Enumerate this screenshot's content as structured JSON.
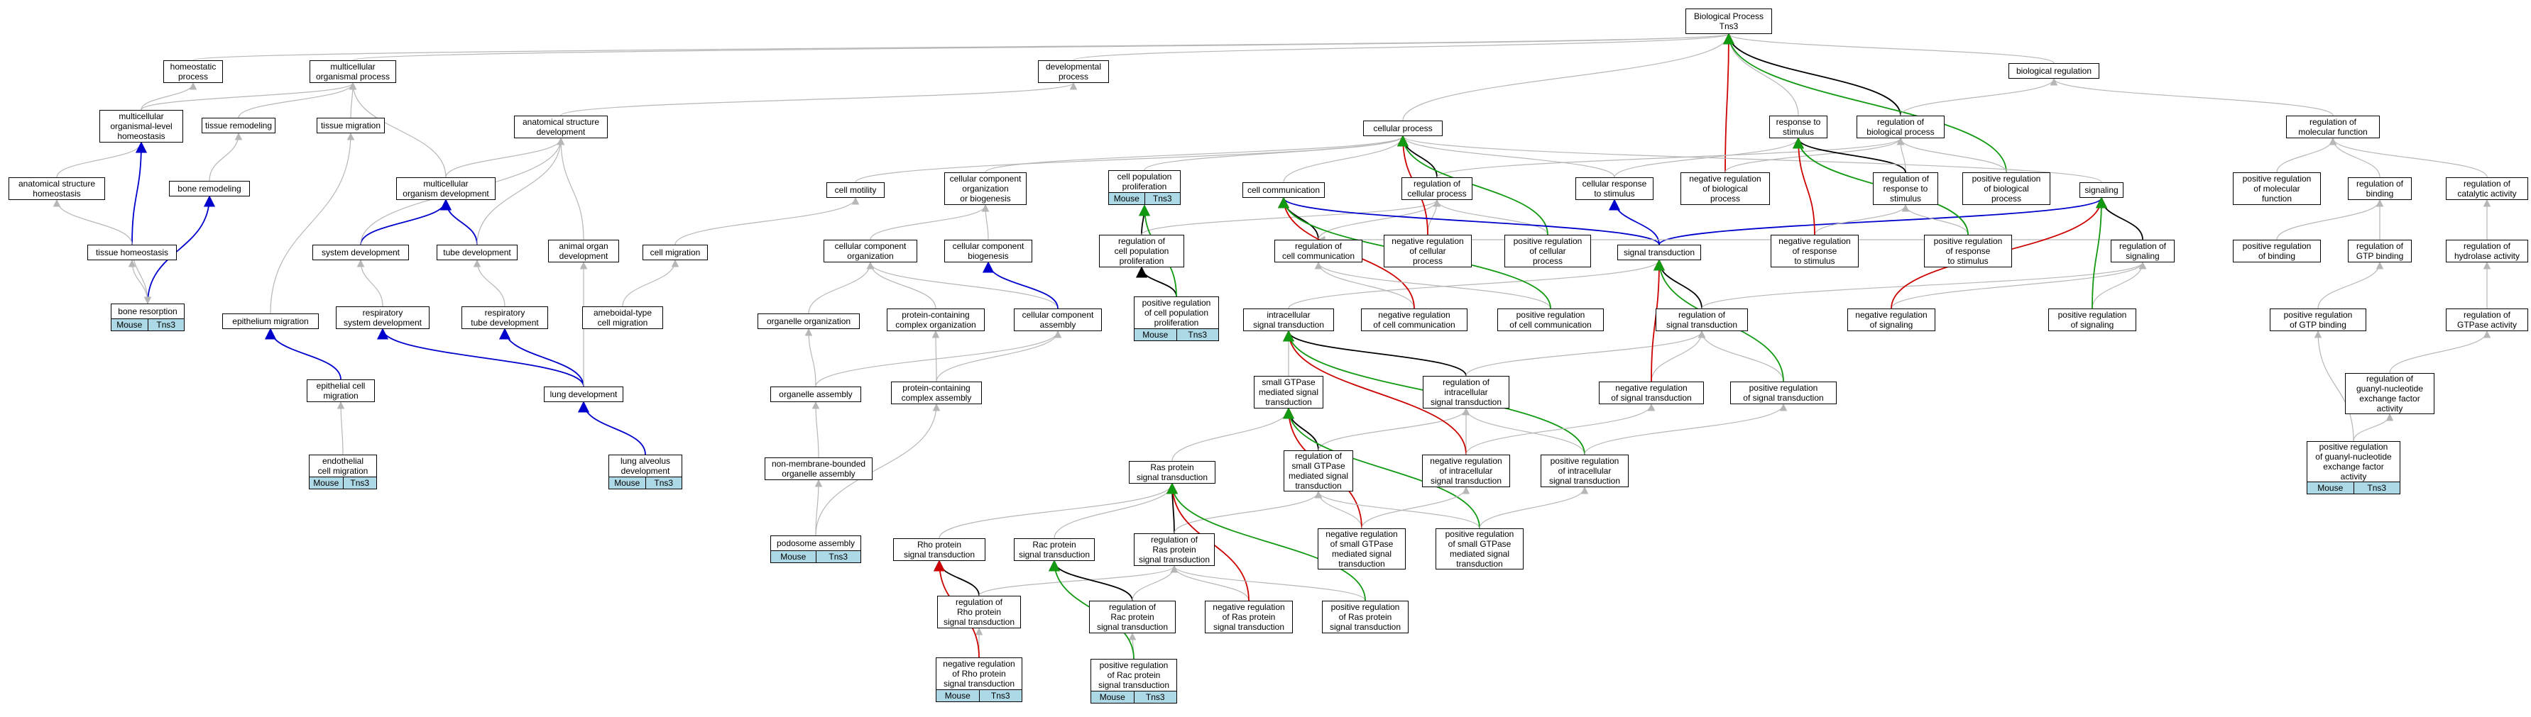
{
  "graph_title": "Biological Process\nTns3",
  "annotation": {
    "species": "Mouse",
    "gene": "Tns3"
  },
  "colors": {
    "is_a": "#b7b7b7",
    "part_of": "#000000",
    "regulates": "#0000cc",
    "negatively_regulates": "#cc0000",
    "positively_regulates": "#119911",
    "annotation_fill": "#add8e6"
  },
  "nodes": [
    {
      "id": "bp",
      "label": "Biological Process\nTns3"
    },
    {
      "id": "homeostatic",
      "label": "homeostatic\nprocess"
    },
    {
      "id": "multi_org",
      "label": "multicellular\norganismal process"
    },
    {
      "id": "dev_proc",
      "label": "developmental\nprocess"
    },
    {
      "id": "bio_reg",
      "label": "biological regulation"
    },
    {
      "id": "multi_homeo",
      "label": "multicellular\norganismal-level\nhomeostasis"
    },
    {
      "id": "tissue_remod",
      "label": "tissue remodeling"
    },
    {
      "id": "tissue_mig",
      "label": "tissue migration"
    },
    {
      "id": "anat_dev",
      "label": "anatomical structure\ndevelopment"
    },
    {
      "id": "cell_proc",
      "label": "cellular process"
    },
    {
      "id": "resp_stim",
      "label": "response to\nstimulus"
    },
    {
      "id": "reg_bio",
      "label": "regulation of\nbiological process"
    },
    {
      "id": "reg_mol",
      "label": "regulation of\nmolecular function"
    },
    {
      "id": "anat_homeo",
      "label": "anatomical structure\nhomeostasis"
    },
    {
      "id": "bone_remod",
      "label": "bone remodeling"
    },
    {
      "id": "multi_org_dev",
      "label": "multicellular\norganism development"
    },
    {
      "id": "cell_motility",
      "label": "cell motility"
    },
    {
      "id": "ccob",
      "label": "cellular component\norganization\nor biogenesis"
    },
    {
      "id": "cpp",
      "label": "cell population\nproliferation",
      "anno": true
    },
    {
      "id": "cell_comm",
      "label": "cell communication"
    },
    {
      "id": "reg_cell_proc",
      "label": "regulation of\ncellular process"
    },
    {
      "id": "cell_resp_stim",
      "label": "cellular response\nto stimulus"
    },
    {
      "id": "neg_reg_bio",
      "label": "negative regulation\nof biological\nprocess"
    },
    {
      "id": "reg_resp_stim",
      "label": "regulation of\nresponse to\nstimulus"
    },
    {
      "id": "pos_reg_bio",
      "label": "positive regulation\nof biological\nprocess"
    },
    {
      "id": "signaling",
      "label": "signaling"
    },
    {
      "id": "pos_reg_mol",
      "label": "positive regulation\nof molecular\nfunction"
    },
    {
      "id": "reg_binding",
      "label": "regulation of\nbinding"
    },
    {
      "id": "reg_cat",
      "label": "regulation of\ncatalytic activity"
    },
    {
      "id": "tissue_homeo",
      "label": "tissue homeostasis"
    },
    {
      "id": "sys_dev",
      "label": "system development"
    },
    {
      "id": "tube_dev",
      "label": "tube development"
    },
    {
      "id": "animal_organ",
      "label": "animal organ\ndevelopment"
    },
    {
      "id": "cell_mig",
      "label": "cell migration"
    },
    {
      "id": "cc_org",
      "label": "cellular component\norganization"
    },
    {
      "id": "cc_bio",
      "label": "cellular component\nbiogenesis"
    },
    {
      "id": "reg_cpp",
      "label": "regulation of\ncell population\nproliferation"
    },
    {
      "id": "reg_cell_comm",
      "label": "regulation of\ncell communication"
    },
    {
      "id": "neg_reg_cell_proc",
      "label": "negative regulation\nof cellular\nprocess"
    },
    {
      "id": "pos_reg_cell_proc",
      "label": "positive regulation\nof cellular\nprocess"
    },
    {
      "id": "sig_trans",
      "label": "signal transduction"
    },
    {
      "id": "neg_reg_resp",
      "label": "negative regulation\nof response\nto stimulus"
    },
    {
      "id": "pos_reg_resp",
      "label": "positive regulation\nof response\nto stimulus"
    },
    {
      "id": "reg_signaling",
      "label": "regulation of\nsignaling"
    },
    {
      "id": "pos_reg_binding",
      "label": "positive regulation\nof binding"
    },
    {
      "id": "reg_gtp_binding",
      "label": "regulation of\nGTP binding"
    },
    {
      "id": "reg_hydrolase",
      "label": "regulation of\nhydrolase activity"
    },
    {
      "id": "bone_resorption",
      "label": "bone resorption",
      "anno": true
    },
    {
      "id": "epi_mig",
      "label": "epithelium migration"
    },
    {
      "id": "resp_sys_dev",
      "label": "respiratory\nsystem development"
    },
    {
      "id": "resp_tube_dev",
      "label": "respiratory\ntube development"
    },
    {
      "id": "ameboid",
      "label": "ameboidal-type\ncell migration"
    },
    {
      "id": "organelle_org",
      "label": "organelle organization"
    },
    {
      "id": "pcc_org",
      "label": "protein-containing\ncomplex organization"
    },
    {
      "id": "cc_assembly",
      "label": "cellular component\nassembly"
    },
    {
      "id": "pos_reg_cpp",
      "label": "positive regulation\nof cell population\nproliferation",
      "anno": true
    },
    {
      "id": "intra_sig",
      "label": "intracellular\nsignal transduction"
    },
    {
      "id": "neg_reg_cell_comm",
      "label": "negative regulation\nof cell communication"
    },
    {
      "id": "pos_reg_cell_comm",
      "label": "positive regulation\nof cell communication"
    },
    {
      "id": "reg_sig_trans",
      "label": "regulation of\nsignal transduction"
    },
    {
      "id": "neg_reg_signaling",
      "label": "negative regulation\nof signaling"
    },
    {
      "id": "pos_reg_signaling",
      "label": "positive regulation\nof signaling"
    },
    {
      "id": "pos_reg_gtp_binding",
      "label": "positive regulation\nof GTP binding"
    },
    {
      "id": "reg_gtpase",
      "label": "regulation of\nGTPase activity"
    },
    {
      "id": "epi_cell_mig",
      "label": "epithelial cell\nmigration"
    },
    {
      "id": "lung_dev",
      "label": "lung development"
    },
    {
      "id": "organelle_assembly",
      "label": "organelle assembly"
    },
    {
      "id": "pcc_assembly",
      "label": "protein-containing\ncomplex assembly"
    },
    {
      "id": "small_gtpase",
      "label": "small GTPase\nmediated signal\ntransduction"
    },
    {
      "id": "reg_intra",
      "label": "regulation of\nintracellular\nsignal transduction"
    },
    {
      "id": "neg_reg_sig_trans",
      "label": "negative regulation\nof signal transduction"
    },
    {
      "id": "pos_reg_sig_trans",
      "label": "positive regulation\nof signal transduction"
    },
    {
      "id": "reg_gnef",
      "label": "regulation of\nguanyl-nucleotide\nexchange factor\nactivity"
    },
    {
      "id": "endo_mig",
      "label": "endothelial\ncell migration",
      "anno": true
    },
    {
      "id": "lung_alv",
      "label": "lung alveolus\ndevelopment",
      "anno": true
    },
    {
      "id": "nmb_org_assembly",
      "label": "non-membrane-bounded\norganelle assembly"
    },
    {
      "id": "reg_sgmst",
      "label": "regulation of\nsmall GTPase\nmediated signal\ntransduction"
    },
    {
      "id": "neg_reg_intra",
      "label": "negative regulation\nof intracellular\nsignal transduction"
    },
    {
      "id": "pos_reg_intra",
      "label": "positive regulation\nof intracellular\nsignal transduction"
    },
    {
      "id": "pos_reg_gnef",
      "label": "positive regulation\nof guanyl-nucleotide\nexchange factor\nactivity",
      "anno": true
    },
    {
      "id": "ras_sig",
      "label": "Ras protein\nsignal transduction"
    },
    {
      "id": "podosome",
      "label": "podosome assembly",
      "anno": true
    },
    {
      "id": "rho_sig",
      "label": "Rho protein\nsignal transduction"
    },
    {
      "id": "rac_sig",
      "label": "Rac protein\nsignal transduction"
    },
    {
      "id": "reg_ras",
      "label": "regulation of\nRas protein\nsignal transduction"
    },
    {
      "id": "neg_reg_sgmst",
      "label": "negative regulation\nof small GTPase\nmediated signal\ntransduction"
    },
    {
      "id": "pos_reg_sgmst",
      "label": "positive regulation\nof small GTPase\nmediated signal\ntransduction"
    },
    {
      "id": "reg_rho",
      "label": "regulation of\nRho protein\nsignal transduction"
    },
    {
      "id": "reg_rac",
      "label": "regulation of\nRac protein\nsignal transduction"
    },
    {
      "id": "neg_reg_ras",
      "label": "negative regulation\nof Ras protein\nsignal transduction"
    },
    {
      "id": "pos_reg_ras",
      "label": "positive regulation\nof Ras protein\nsignal transduction"
    },
    {
      "id": "neg_reg_rho",
      "label": "negative regulation\nof Rho protein\nsignal transduction",
      "anno": true
    },
    {
      "id": "pos_reg_rac",
      "label": "positive regulation\nof Rac protein\nsignal transduction",
      "anno": true
    }
  ],
  "edges": [
    [
      "homeostatic",
      "bp",
      "is_a"
    ],
    [
      "multi_org",
      "bp",
      "is_a"
    ],
    [
      "dev_proc",
      "bp",
      "is_a"
    ],
    [
      "bio_reg",
      "bp",
      "is_a"
    ],
    [
      "cell_proc",
      "bp",
      "is_a"
    ],
    [
      "resp_stim",
      "bp",
      "is_a"
    ],
    [
      "reg_bio",
      "bp",
      "part_of"
    ],
    [
      "neg_reg_bio",
      "bp",
      "negatively_regulates"
    ],
    [
      "pos_reg_bio",
      "bp",
      "positively_regulates"
    ],
    [
      "reg_bio",
      "bio_reg",
      "is_a"
    ],
    [
      "reg_mol",
      "bio_reg",
      "is_a"
    ],
    [
      "multi_homeo",
      "homeostatic",
      "is_a"
    ],
    [
      "multi_homeo",
      "multi_org",
      "is_a"
    ],
    [
      "tissue_remod",
      "multi_org",
      "is_a"
    ],
    [
      "tissue_mig",
      "multi_org",
      "is_a"
    ],
    [
      "anat_dev",
      "dev_proc",
      "is_a"
    ],
    [
      "multi_org_dev",
      "multi_org",
      "is_a"
    ],
    [
      "anat_homeo",
      "multi_homeo",
      "is_a"
    ],
    [
      "tissue_homeo",
      "multi_homeo",
      "regulates"
    ],
    [
      "tissue_homeo",
      "anat_homeo",
      "is_a"
    ],
    [
      "bone_remod",
      "tissue_remod",
      "is_a"
    ],
    [
      "bone_resorption",
      "bone_remod",
      "regulates"
    ],
    [
      "bone_resorption",
      "tissue_homeo",
      "is_a"
    ],
    [
      "multi_org_dev",
      "anat_dev",
      "is_a"
    ],
    [
      "sys_dev",
      "multi_org_dev",
      "regulates"
    ],
    [
      "tube_dev",
      "multi_org_dev",
      "regulates"
    ],
    [
      "sys_dev",
      "anat_dev",
      "is_a"
    ],
    [
      "tube_dev",
      "anat_dev",
      "is_a"
    ],
    [
      "animal_organ",
      "anat_dev",
      "is_a"
    ],
    [
      "cell_motility",
      "cell_proc",
      "is_a"
    ],
    [
      "ccob",
      "cell_proc",
      "is_a"
    ],
    [
      "cpp",
      "cell_proc",
      "is_a"
    ],
    [
      "cell_comm",
      "cell_proc",
      "is_a"
    ],
    [
      "reg_cell_proc",
      "cell_proc",
      "part_of"
    ],
    [
      "reg_cell_proc",
      "reg_bio",
      "is_a"
    ],
    [
      "cell_resp_stim",
      "cell_proc",
      "is_a"
    ],
    [
      "cell_resp_stim",
      "resp_stim",
      "is_a"
    ],
    [
      "neg_reg_bio",
      "reg_bio",
      "is_a"
    ],
    [
      "reg_resp_stim",
      "reg_bio",
      "is_a"
    ],
    [
      "reg_resp_stim",
      "resp_stim",
      "part_of"
    ],
    [
      "pos_reg_bio",
      "reg_bio",
      "is_a"
    ],
    [
      "signaling",
      "cell_proc",
      "is_a"
    ],
    [
      "pos_reg_mol",
      "reg_mol",
      "is_a"
    ],
    [
      "reg_binding",
      "reg_mol",
      "is_a"
    ],
    [
      "reg_cat",
      "reg_mol",
      "is_a"
    ],
    [
      "cell_mig",
      "cell_motility",
      "is_a"
    ],
    [
      "cc_org",
      "ccob",
      "is_a"
    ],
    [
      "cc_bio",
      "ccob",
      "is_a"
    ],
    [
      "reg_cpp",
      "cpp",
      "part_of"
    ],
    [
      "reg_cpp",
      "reg_cell_proc",
      "is_a"
    ],
    [
      "reg_cell_comm",
      "cell_comm",
      "part_of"
    ],
    [
      "reg_cell_comm",
      "reg_cell_proc",
      "is_a"
    ],
    [
      "neg_reg_cell_proc",
      "reg_cell_proc",
      "is_a"
    ],
    [
      "neg_reg_cell_proc",
      "cell_proc",
      "negatively_regulates"
    ],
    [
      "pos_reg_cell_proc",
      "reg_cell_proc",
      "is_a"
    ],
    [
      "pos_reg_cell_proc",
      "cell_proc",
      "positively_regulates"
    ],
    [
      "sig_trans",
      "cell_resp_stim",
      "regulates"
    ],
    [
      "sig_trans",
      "cell_comm",
      "regulates"
    ],
    [
      "sig_trans",
      "signaling",
      "regulates"
    ],
    [
      "neg_reg_resp",
      "reg_resp_stim",
      "is_a"
    ],
    [
      "neg_reg_resp",
      "resp_stim",
      "negatively_regulates"
    ],
    [
      "pos_reg_resp",
      "reg_resp_stim",
      "is_a"
    ],
    [
      "pos_reg_resp",
      "resp_stim",
      "positively_regulates"
    ],
    [
      "reg_signaling",
      "signaling",
      "part_of"
    ],
    [
      "reg_signaling",
      "reg_cell_comm",
      "is_a"
    ],
    [
      "pos_reg_binding",
      "reg_binding",
      "is_a"
    ],
    [
      "reg_gtp_binding",
      "reg_binding",
      "is_a"
    ],
    [
      "reg_hydrolase",
      "reg_cat",
      "is_a"
    ],
    [
      "tissue_homeo",
      "bone_resorption",
      "is_a"
    ],
    [
      "epi_mig",
      "tissue_mig",
      "is_a"
    ],
    [
      "resp_sys_dev",
      "sys_dev",
      "is_a"
    ],
    [
      "resp_tube_dev",
      "tube_dev",
      "is_a"
    ],
    [
      "ameboid",
      "cell_mig",
      "is_a"
    ],
    [
      "organelle_org",
      "cc_org",
      "is_a"
    ],
    [
      "pcc_org",
      "cc_org",
      "is_a"
    ],
    [
      "cc_assembly",
      "cc_org",
      "is_a"
    ],
    [
      "cc_assembly",
      "cc_bio",
      "regulates"
    ],
    [
      "pos_reg_cpp",
      "reg_cpp",
      "part_of"
    ],
    [
      "pos_reg_cpp",
      "cpp",
      "positively_regulates"
    ],
    [
      "intra_sig",
      "sig_trans",
      "is_a"
    ],
    [
      "neg_reg_cell_comm",
      "reg_cell_comm",
      "is_a"
    ],
    [
      "neg_reg_cell_comm",
      "cell_comm",
      "negatively_regulates"
    ],
    [
      "pos_reg_cell_comm",
      "reg_cell_comm",
      "is_a"
    ],
    [
      "pos_reg_cell_comm",
      "cell_comm",
      "positively_regulates"
    ],
    [
      "reg_sig_trans",
      "sig_trans",
      "part_of"
    ],
    [
      "reg_sig_trans",
      "reg_signaling",
      "is_a"
    ],
    [
      "neg_reg_signaling",
      "reg_signaling",
      "is_a"
    ],
    [
      "neg_reg_signaling",
      "signaling",
      "negatively_regulates"
    ],
    [
      "pos_reg_signaling",
      "reg_signaling",
      "is_a"
    ],
    [
      "pos_reg_signaling",
      "signaling",
      "positively_regulates"
    ],
    [
      "pos_reg_gtp_binding",
      "reg_gtp_binding",
      "is_a"
    ],
    [
      "reg_gtpase",
      "reg_hydrolase",
      "is_a"
    ],
    [
      "epi_cell_mig",
      "epi_mig",
      "regulates"
    ],
    [
      "lung_dev",
      "resp_sys_dev",
      "regulates"
    ],
    [
      "lung_dev",
      "resp_tube_dev",
      "regulates"
    ],
    [
      "lung_dev",
      "animal_organ",
      "is_a"
    ],
    [
      "organelle_assembly",
      "organelle_org",
      "is_a"
    ],
    [
      "organelle_assembly",
      "cc_assembly",
      "is_a"
    ],
    [
      "pcc_assembly",
      "pcc_org",
      "is_a"
    ],
    [
      "pcc_assembly",
      "cc_assembly",
      "is_a"
    ],
    [
      "small_gtpase",
      "intra_sig",
      "is_a"
    ],
    [
      "reg_intra",
      "intra_sig",
      "part_of"
    ],
    [
      "reg_intra",
      "reg_sig_trans",
      "is_a"
    ],
    [
      "neg_reg_sig_trans",
      "reg_sig_trans",
      "is_a"
    ],
    [
      "neg_reg_sig_trans",
      "sig_trans",
      "negatively_regulates"
    ],
    [
      "pos_reg_sig_trans",
      "reg_sig_trans",
      "is_a"
    ],
    [
      "pos_reg_sig_trans",
      "sig_trans",
      "positively_regulates"
    ],
    [
      "reg_gnef",
      "reg_gtpase",
      "is_a"
    ],
    [
      "endo_mig",
      "epi_cell_mig",
      "is_a"
    ],
    [
      "lung_alv",
      "lung_dev",
      "regulates"
    ],
    [
      "nmb_org_assembly",
      "organelle_assembly",
      "is_a"
    ],
    [
      "reg_sgmst",
      "small_gtpase",
      "part_of"
    ],
    [
      "reg_sgmst",
      "reg_intra",
      "is_a"
    ],
    [
      "neg_reg_intra",
      "reg_intra",
      "is_a"
    ],
    [
      "neg_reg_intra",
      "intra_sig",
      "negatively_regulates"
    ],
    [
      "pos_reg_intra",
      "reg_intra",
      "is_a"
    ],
    [
      "pos_reg_intra",
      "intra_sig",
      "positively_regulates"
    ],
    [
      "pos_reg_gnef",
      "reg_gnef",
      "is_a"
    ],
    [
      "pos_reg_gnef",
      "pos_reg_gtp_binding",
      "is_a"
    ],
    [
      "ras_sig",
      "small_gtpase",
      "is_a"
    ],
    [
      "podosome",
      "nmb_org_assembly",
      "is_a"
    ],
    [
      "podosome",
      "pcc_assembly",
      "is_a"
    ],
    [
      "rho_sig",
      "ras_sig",
      "is_a"
    ],
    [
      "rac_sig",
      "ras_sig",
      "is_a"
    ],
    [
      "reg_ras",
      "ras_sig",
      "part_of"
    ],
    [
      "reg_ras",
      "reg_sgmst",
      "is_a"
    ],
    [
      "neg_reg_sgmst",
      "reg_sgmst",
      "is_a"
    ],
    [
      "neg_reg_sgmst",
      "small_gtpase",
      "negatively_regulates"
    ],
    [
      "pos_reg_sgmst",
      "reg_sgmst",
      "is_a"
    ],
    [
      "pos_reg_sgmst",
      "small_gtpase",
      "positively_regulates"
    ],
    [
      "reg_rho",
      "rho_sig",
      "part_of"
    ],
    [
      "reg_rho",
      "reg_ras",
      "is_a"
    ],
    [
      "reg_rac",
      "rac_sig",
      "part_of"
    ],
    [
      "reg_rac",
      "reg_ras",
      "is_a"
    ],
    [
      "neg_reg_ras",
      "reg_ras",
      "is_a"
    ],
    [
      "neg_reg_ras",
      "ras_sig",
      "negatively_regulates"
    ],
    [
      "pos_reg_ras",
      "reg_ras",
      "is_a"
    ],
    [
      "pos_reg_ras",
      "ras_sig",
      "positively_regulates"
    ],
    [
      "neg_reg_rho",
      "reg_rho",
      "is_a"
    ],
    [
      "neg_reg_rho",
      "rho_sig",
      "negatively_regulates"
    ],
    [
      "pos_reg_rac",
      "reg_rac",
      "is_a"
    ],
    [
      "pos_reg_rac",
      "rac_sig",
      "positively_regulates"
    ],
    [
      "neg_reg_sgmst",
      "neg_reg_intra",
      "is_a"
    ],
    [
      "pos_reg_sgmst",
      "pos_reg_intra",
      "is_a"
    ],
    [
      "neg_reg_intra",
      "neg_reg_sig_trans",
      "is_a"
    ],
    [
      "pos_reg_intra",
      "pos_reg_sig_trans",
      "is_a"
    ]
  ]
}
